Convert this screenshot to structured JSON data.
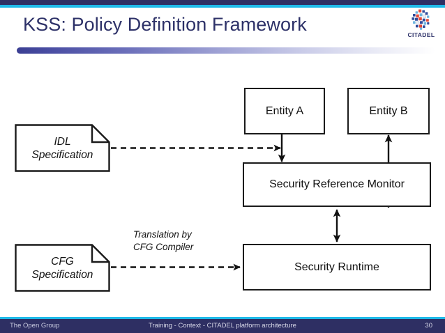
{
  "slide": {
    "title": "KSS: Policy Definition Framework",
    "accent_navy": "#2e2f63",
    "accent_cyan": "#1fb9e8",
    "title_color": "#2d3168"
  },
  "logo": {
    "name": "citadel-logo",
    "text": "CITADEL"
  },
  "diagram": {
    "entity_a": "Entity A",
    "entity_b": "Entity B",
    "security_reference_monitor": "Security Reference Monitor",
    "security_runtime": "Security Runtime",
    "idl_spec_line1": "IDL",
    "idl_spec_line2": "Specification",
    "cfg_spec_line1": "CFG",
    "cfg_spec_line2": "Specification",
    "translation_line1": "Translation by",
    "translation_line2": "CFG Compiler"
  },
  "footer": {
    "left": "The Open Group",
    "center": "Training - Context - CITADEL platform architecture",
    "page": "30"
  }
}
